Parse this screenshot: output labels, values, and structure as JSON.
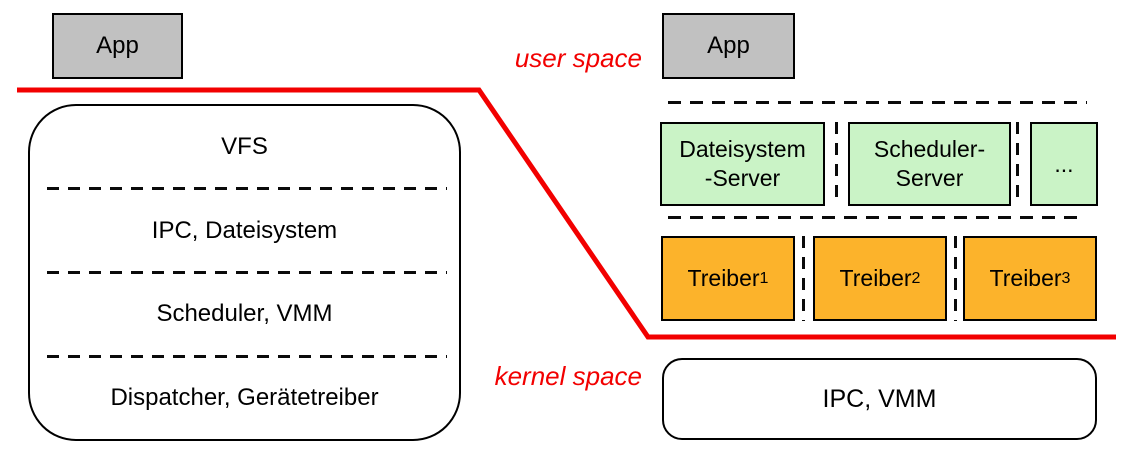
{
  "labels": {
    "user_space": "user space",
    "kernel_space": "kernel space"
  },
  "colors": {
    "app_gray": "#c1c1c1",
    "server_green": "#caf3c6",
    "driver_orange": "#fcb32b",
    "boundary_red": "#f20000"
  },
  "monolithic": {
    "app": "App",
    "layers": [
      "VFS",
      "IPC, Dateisystem",
      "Scheduler, VMM",
      "Dispatcher, Gerätetreiber"
    ]
  },
  "microkernel": {
    "app": "App",
    "servers": [
      {
        "lines": [
          "Dateisystem",
          "-Server"
        ]
      },
      {
        "lines": [
          "Scheduler-",
          "Server"
        ]
      },
      {
        "lines": [
          "..."
        ]
      }
    ],
    "drivers": [
      {
        "base": "Treiber",
        "sub": "1"
      },
      {
        "base": "Treiber",
        "sub": "2"
      },
      {
        "base": "Treiber",
        "sub": "3"
      }
    ],
    "kernel_box": "IPC, VMM"
  }
}
